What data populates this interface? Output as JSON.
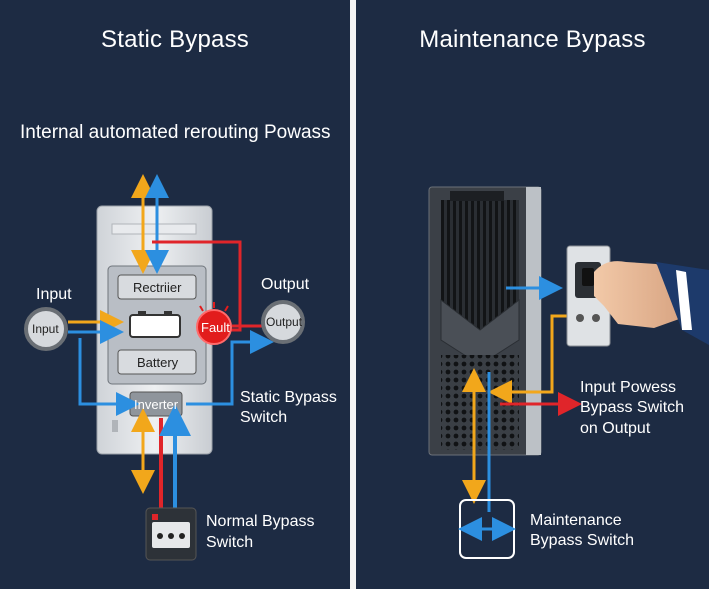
{
  "left": {
    "title": "Static Bypass",
    "subtitle": "Internal automated rerouting Powass",
    "labels": {
      "input_outer": "Input",
      "input_inner": "Input",
      "output_outer": "Output",
      "output_inner": "Output",
      "rectifier": "Rectriier",
      "battery": "Battery",
      "inverter": "Inverter",
      "fault": "Fault",
      "static_bypass_switch": [
        "Static Bypass",
        "Switch"
      ],
      "normal_bypass_switch": [
        "Normal Bypass",
        "Switch"
      ]
    }
  },
  "right": {
    "title": "Maintenance Bypass",
    "cabinet_label": "▌▌▌  ",
    "labels": {
      "input_powess": [
        "Input Powess",
        "Bypass Switch",
        "on Output"
      ],
      "maintenance": [
        "Maintenance",
        "Bypass Switch"
      ]
    }
  },
  "colors": {
    "background": "#1d2b43",
    "arrow_yellow": "#f2a71b",
    "arrow_blue": "#2c8fe0",
    "arrow_red": "#e0252a",
    "fault_red": "#e21c1c",
    "divider": "#f4f4f4"
  }
}
